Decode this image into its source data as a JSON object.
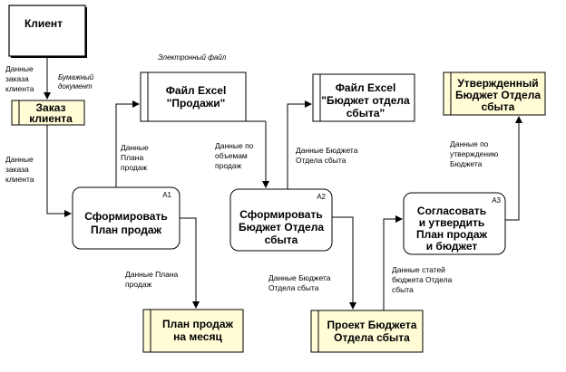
{
  "external_entity": {
    "label": "Клиент"
  },
  "stores": {
    "order": {
      "lines": [
        "Заказ",
        "клиента"
      ]
    },
    "excel_sales": {
      "lines": [
        "Файл Excel",
        "\"Продажи\""
      ]
    },
    "excel_budget": {
      "lines": [
        "Файл Excel",
        "\"Бюджет отдела",
        "сбыта\""
      ]
    },
    "approved_budget": {
      "lines": [
        "Утвержденный",
        "Бюджет Отдела",
        "сбыта"
      ]
    },
    "month_plan": {
      "lines": [
        "План продаж",
        "на месяц"
      ]
    },
    "draft_budget": {
      "lines": [
        "Проект Бюджета",
        "Отдела сбыта"
      ]
    }
  },
  "processes": {
    "a1": {
      "id": "A1",
      "lines": [
        "Сформировать",
        "План продаж"
      ]
    },
    "a2": {
      "id": "A2",
      "lines": [
        "Сформировать",
        "Бюджет Отдела",
        "сбыта"
      ]
    },
    "a3": {
      "id": "A3",
      "lines": [
        "Согласовать",
        "и утвердить",
        "План продаж",
        "и бюджет"
      ]
    }
  },
  "flows": {
    "client_to_order": {
      "lines": [
        "Данные",
        "заказа",
        "клиента"
      ]
    },
    "paper_document": {
      "lines": [
        "Бумажный",
        "документ"
      ]
    },
    "electronic_file": {
      "lines": [
        "Электронный файл"
      ]
    },
    "order_to_a1": {
      "lines": [
        "Данные",
        "заказа",
        "клиента"
      ]
    },
    "a1_to_sales": {
      "lines": [
        "Данные",
        "Плана",
        "продаж"
      ]
    },
    "sales_to_a2": {
      "lines": [
        "Данные по",
        "объемам",
        "продаж"
      ]
    },
    "budget_label": {
      "lines": [
        "Данные Бюджета",
        "Отдела сбыта"
      ]
    },
    "a1_to_month": {
      "lines": [
        "Данные Плана",
        "продаж"
      ]
    },
    "a2_to_draft": {
      "lines": [
        "Данные Бюджета",
        "Отдела сбыта"
      ]
    },
    "draft_to_a3": {
      "lines": [
        "Данные статей",
        "бюджета Отдела",
        "сбыта"
      ]
    },
    "a3_to_approved": {
      "lines": [
        "Данные по",
        "утверждению",
        "Бюджета"
      ]
    }
  }
}
